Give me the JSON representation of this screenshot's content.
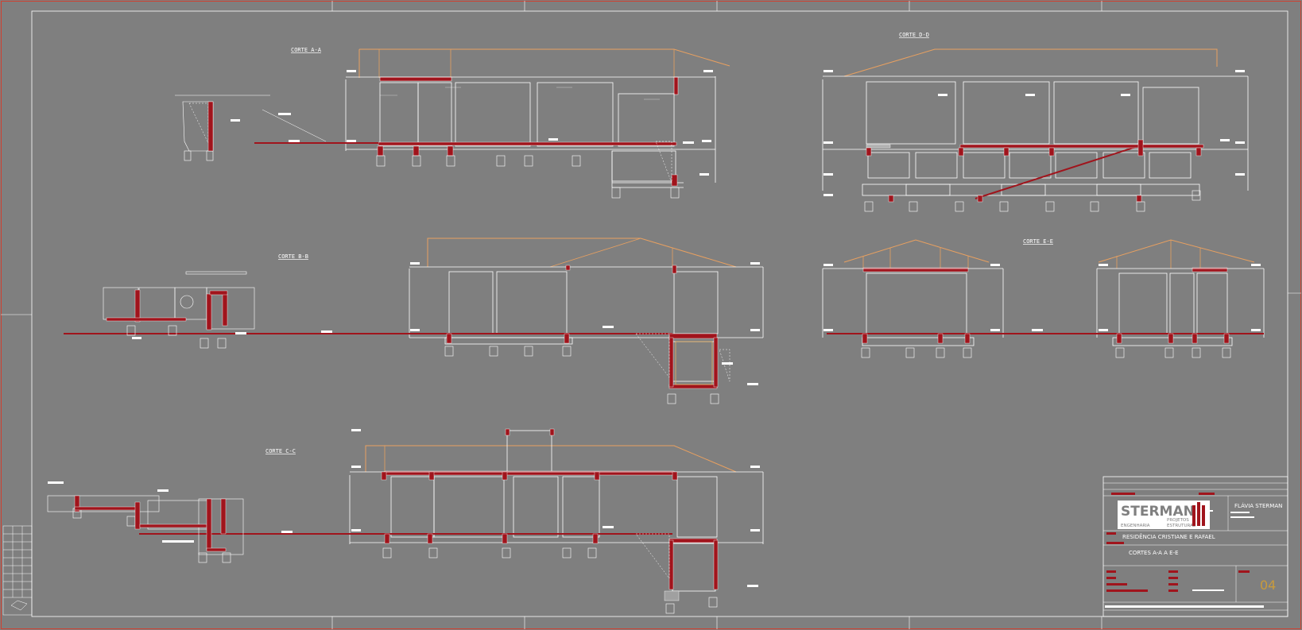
{
  "sections": [
    {
      "id": "a",
      "label": "CORTE A-A"
    },
    {
      "id": "b",
      "label": "CORTE B-B"
    },
    {
      "id": "c",
      "label": "CORTE C-C"
    },
    {
      "id": "d",
      "label": "CORTE D-D"
    },
    {
      "id": "e",
      "label": "CORTE E-E"
    }
  ],
  "title_block": {
    "company": "STERMAN",
    "company_sub1": "PROJETOS",
    "company_sub2_left": "ENGENHARIA",
    "company_sub2_right": "ESTRUTURAL",
    "engineer": "FLÁVIA STERMAN",
    "project": "RESIDÊNCIA CRISTIANE E RAFAEL",
    "drawing": "CORTES A-A A E-E",
    "sheet_number": "04"
  },
  "colors": {
    "background": "#7f7f7f",
    "linework": "#ffffff",
    "structure": "#a0141c",
    "roof": "#e8a060",
    "border": "#d04030"
  }
}
